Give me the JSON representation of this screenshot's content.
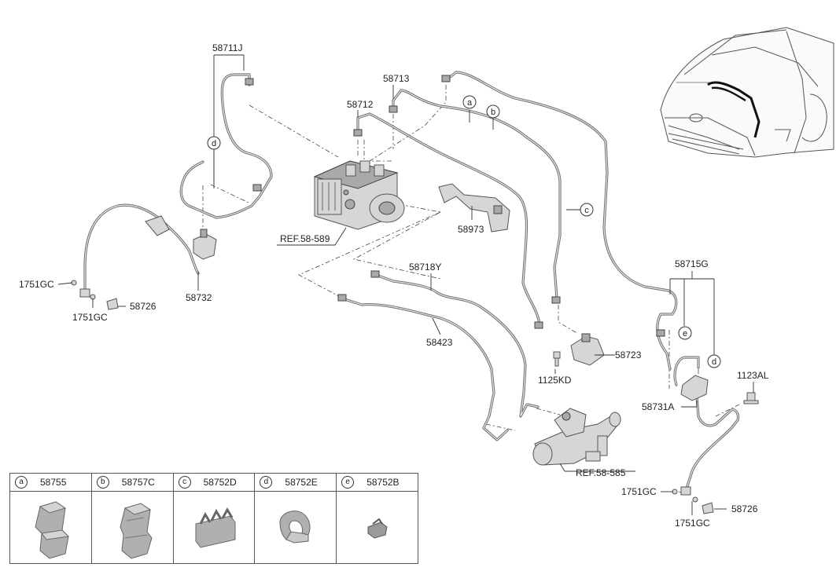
{
  "labels": {
    "p58711J": "58711J",
    "p58713": "58713",
    "p58712": "58712",
    "p58973": "58973",
    "ref589": "REF.58-589",
    "p58732": "58732",
    "p1751GC_a": "1751GC",
    "p1751GC_b": "1751GC",
    "p58726_a": "58726",
    "p58718Y": "58718Y",
    "p58423": "58423",
    "p58715G": "58715G",
    "p58723": "58723",
    "p1125KD": "1125KD",
    "p1123AL": "1123AL",
    "p58731A": "58731A",
    "ref585": "REF.58-585",
    "p1751GC_c": "1751GC",
    "p1751GC_d": "1751GC",
    "p58726_b": "58726"
  },
  "callouts": {
    "a": "a",
    "b": "b",
    "c": "c",
    "d1": "d",
    "d2": "d",
    "e": "e"
  },
  "legend": [
    {
      "letter": "a",
      "part": "58755"
    },
    {
      "letter": "b",
      "part": "58757C"
    },
    {
      "letter": "c",
      "part": "58752D"
    },
    {
      "letter": "d",
      "part": "58752E"
    },
    {
      "letter": "e",
      "part": "58752B"
    }
  ]
}
